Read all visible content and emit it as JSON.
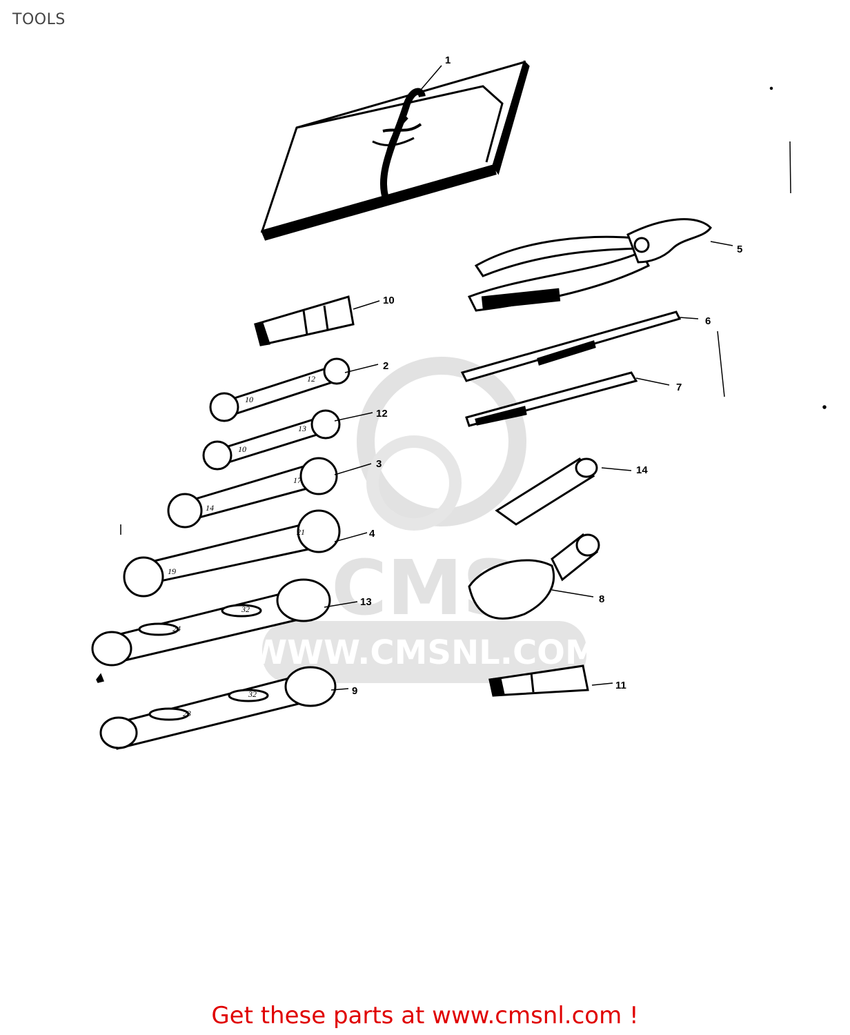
{
  "header": {
    "title": "TOOLS"
  },
  "callouts": [
    "1",
    "2",
    "3",
    "4",
    "5",
    "6",
    "7",
    "8",
    "9",
    "10",
    "11",
    "12",
    "13",
    "14"
  ],
  "wrench_sizes": {
    "w2": [
      "10",
      "12"
    ],
    "w12": [
      "10",
      "13"
    ],
    "w3": [
      "14",
      "17"
    ],
    "w4": [
      "19",
      "21"
    ],
    "w13": [
      "24",
      "32"
    ],
    "w9": [
      "23",
      "32"
    ]
  },
  "watermark": {
    "url": "WWW.CMSNL.COM",
    "logo": "CMS"
  },
  "footer": {
    "text": "Get these parts at www.cmsnl.com !"
  },
  "colors": {
    "ink": "#000000",
    "footer": "#e00000",
    "watermark": "#d9d9d9"
  }
}
